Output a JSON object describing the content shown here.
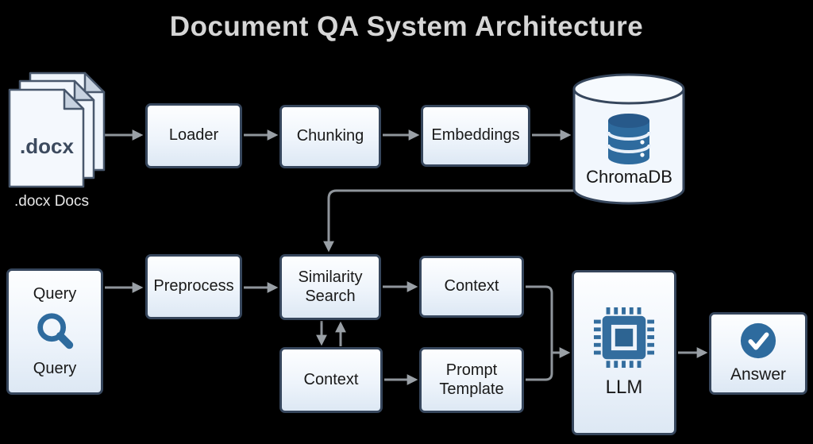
{
  "title": "Document QA System Architecture",
  "colors": {
    "background": "#000000",
    "node_fill": "#eef4fb",
    "node_border": "#36465c",
    "node_text": "#191919",
    "arrow": "#8f959b",
    "icon_blue": "#2e6b9e",
    "light_label": "#e8e8e8"
  },
  "nodes": {
    "docx_stack": {
      "file_label": ".docx",
      "caption": ".docx Docs"
    },
    "loader": {
      "label": "Loader"
    },
    "chunking": {
      "label": "Chunking"
    },
    "embeddings": {
      "label": "Embeddings"
    },
    "chromadb": {
      "label": "ChromaDB"
    },
    "query": {
      "top_label": "Query",
      "bottom_label": "Query"
    },
    "preprocess": {
      "label": "Preprocess"
    },
    "similarity_search": {
      "label": "Similarity Search"
    },
    "context_top": {
      "label": "Context"
    },
    "context_bottom": {
      "label": "Context"
    },
    "prompt_template": {
      "label": "Prompt Template"
    },
    "llm": {
      "label": "LLM"
    },
    "answer": {
      "label": "Answer"
    }
  },
  "edges": [
    {
      "from": "docx-docs",
      "to": "loader"
    },
    {
      "from": "loader",
      "to": "chunking"
    },
    {
      "from": "chunking",
      "to": "embeddings"
    },
    {
      "from": "embeddings",
      "to": "chromadb"
    },
    {
      "from": "chromadb",
      "to": "similarity-search"
    },
    {
      "from": "query",
      "to": "preprocess"
    },
    {
      "from": "preprocess",
      "to": "similarity-search"
    },
    {
      "from": "similarity-search",
      "to": "context-top"
    },
    {
      "from": "similarity-search",
      "to": "context-bottom",
      "bidirectional": true
    },
    {
      "from": "context-bottom",
      "to": "prompt-template"
    },
    {
      "from": "context-top",
      "to": "llm"
    },
    {
      "from": "prompt-template",
      "to": "llm"
    },
    {
      "from": "llm",
      "to": "answer"
    }
  ]
}
